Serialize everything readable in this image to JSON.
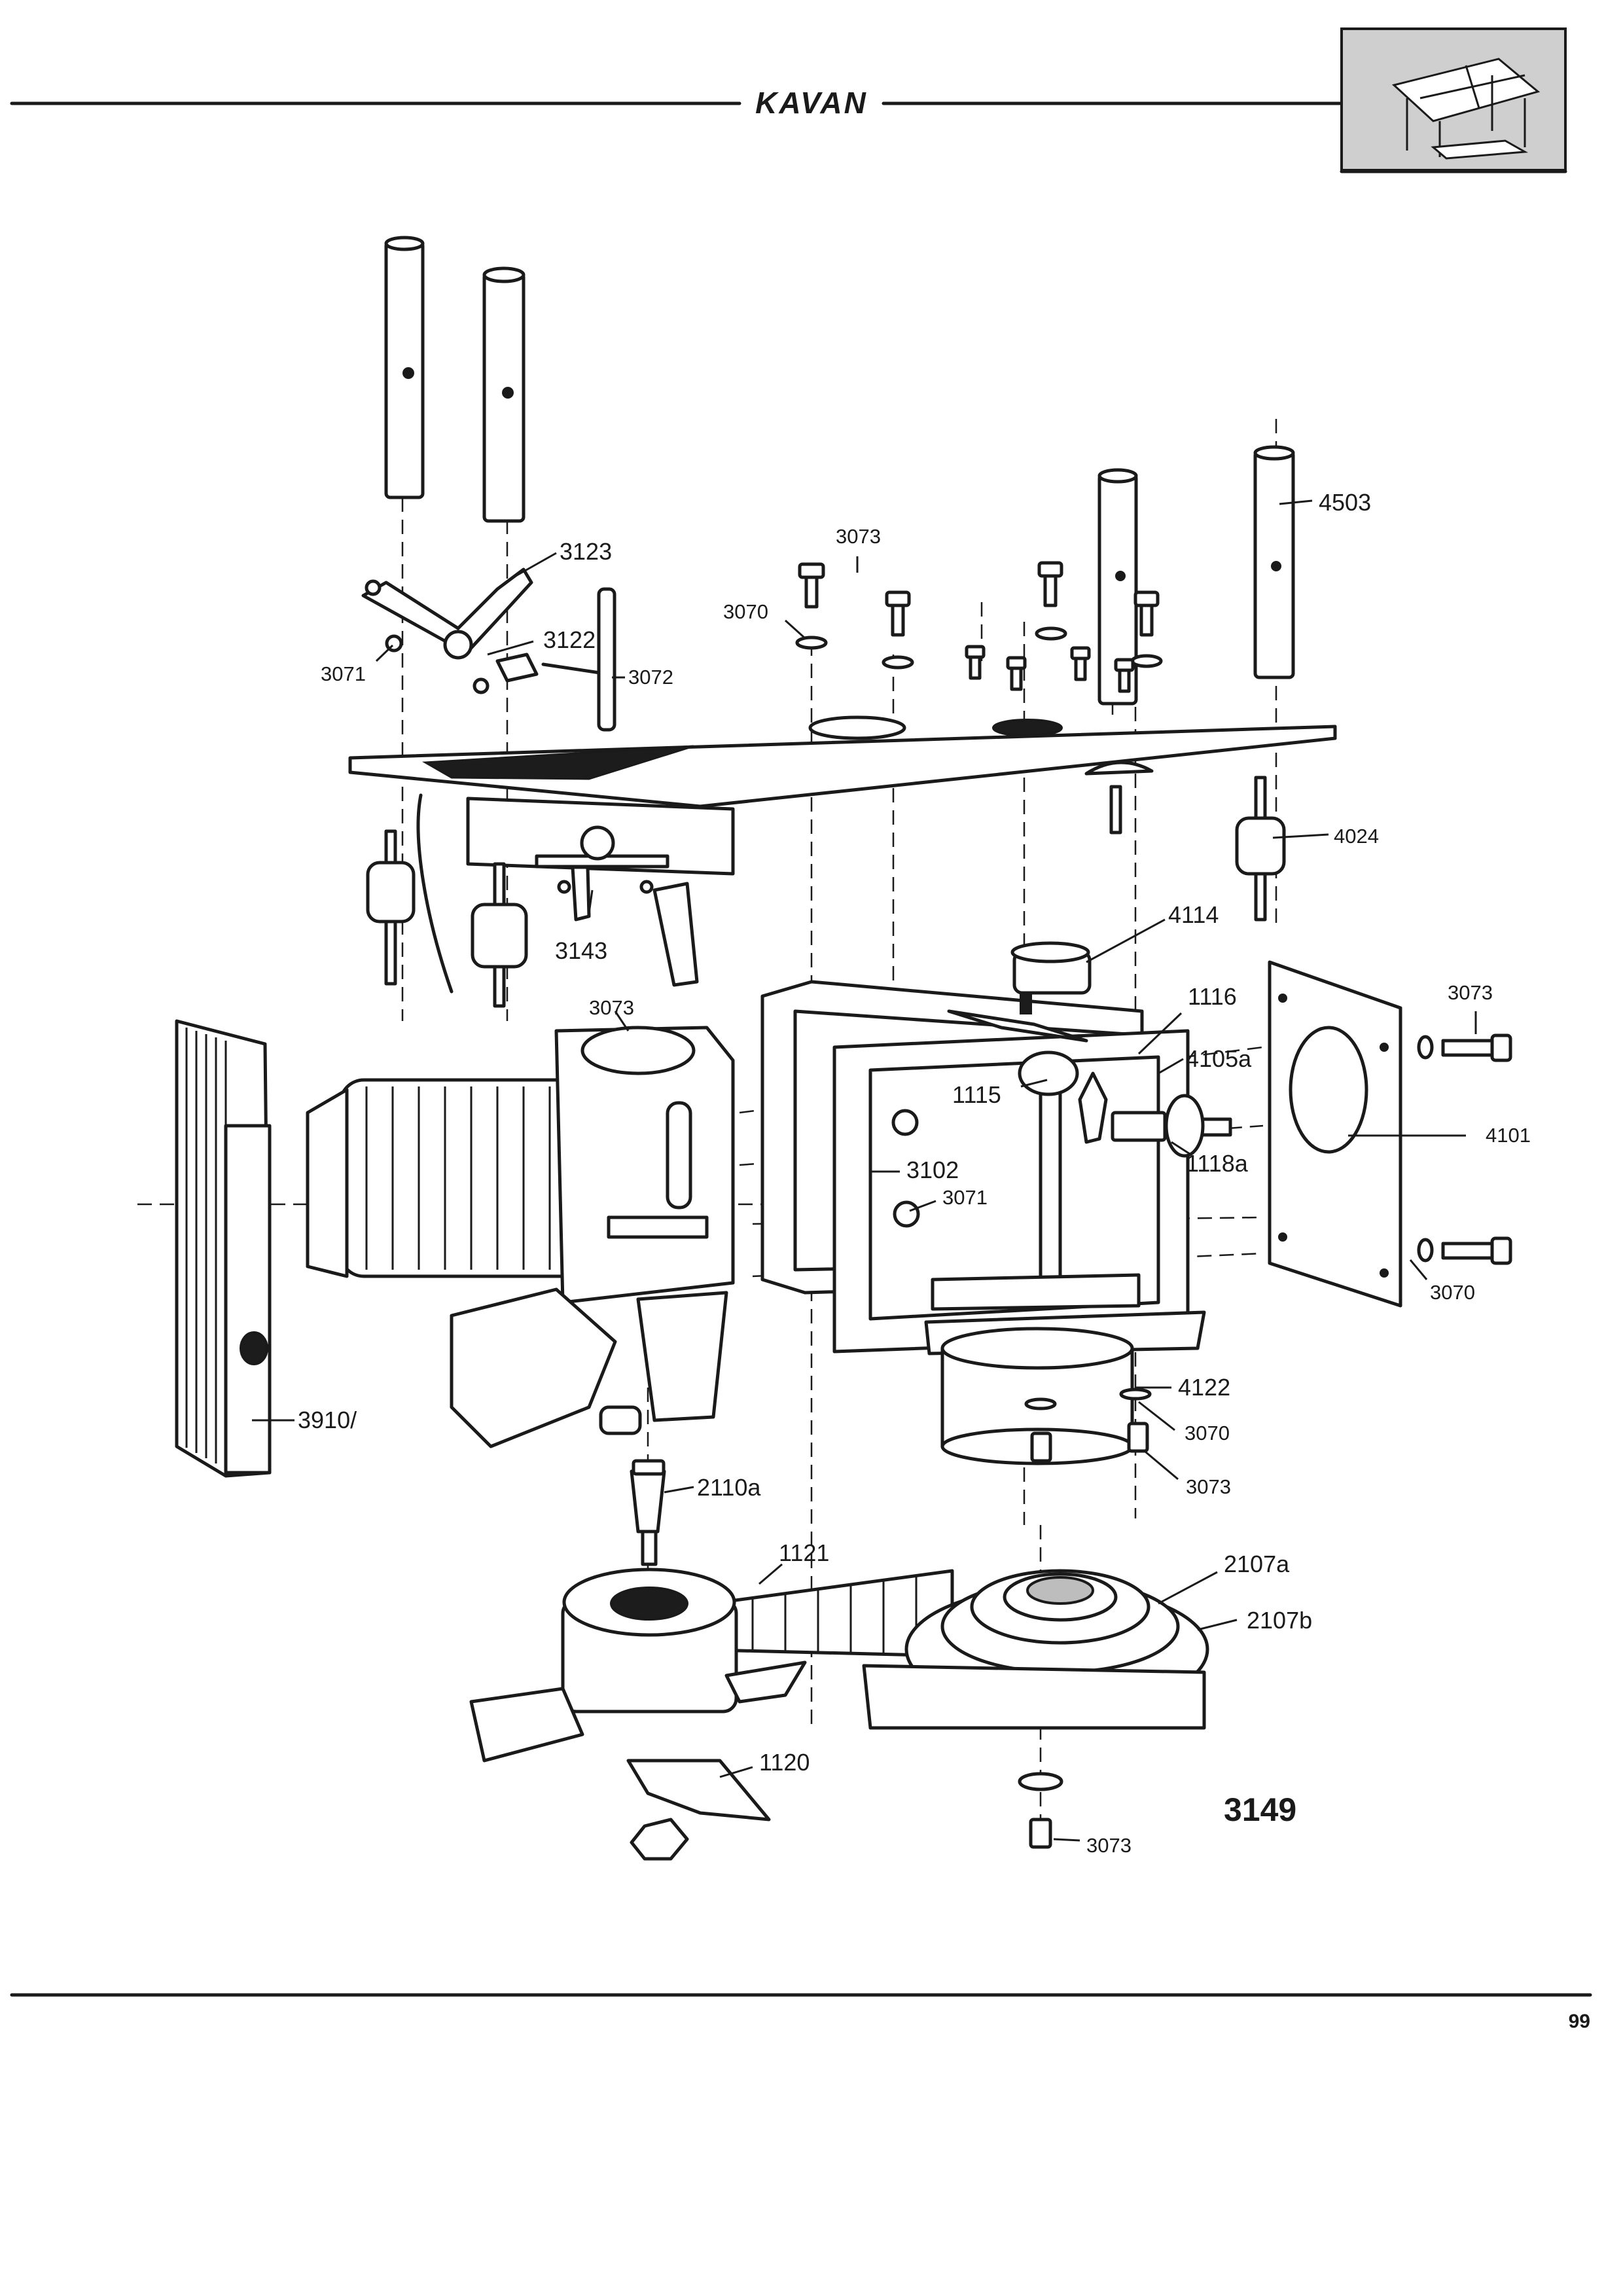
{
  "header": {
    "brand": "KAVAN"
  },
  "footer": {
    "page_number": "99"
  },
  "diagram": {
    "assembly_number": "3149",
    "part_labels": {
      "p3123": "3123",
      "p3122": "3122",
      "p3071_top": "3071",
      "p3072": "3072",
      "p3073_top": "3073",
      "p3070_top": "3070",
      "p4503": "4503",
      "p4024": "4024",
      "p4114": "4114",
      "p3143": "3143",
      "p3073_engine": "3073",
      "p1116": "1116",
      "p3073_right": "3073",
      "p4105a": "4105a",
      "p1115": "1115",
      "p3102": "3102",
      "p4101": "4101",
      "p1118a": "1118a",
      "p3071_mid": "3071",
      "p3070_right": "3070",
      "p3910": "3910/",
      "p4122": "4122",
      "p3070_low": "3070",
      "p3073_low": "3073",
      "p2110a": "2110a",
      "p1121": "1121",
      "p2107a": "2107a",
      "p2107b": "2107b",
      "p1120": "1120",
      "p3073_bottom": "3073"
    }
  }
}
